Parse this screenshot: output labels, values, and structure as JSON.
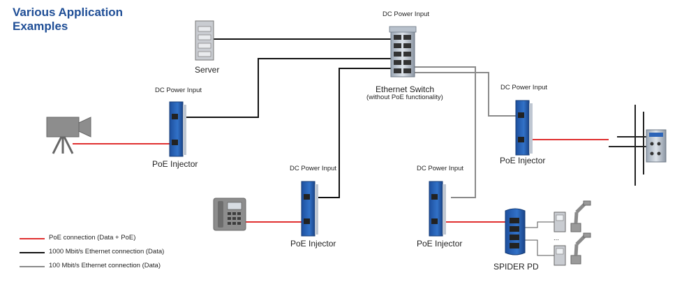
{
  "title_line1": "Various Application",
  "title_line2": "Examples",
  "labels": {
    "dc_switch": "DC Power Input",
    "server": "Server",
    "switch_name": "Ethernet Switch",
    "switch_note": "(without PoE functionality)",
    "dc_inj1": "DC Power Input",
    "inj1": "PoE Injector",
    "dc_inj2": "DC Power Input",
    "inj2": "PoE Injector",
    "dc_inj3": "DC Power Input",
    "inj3": "PoE Injector",
    "dc_inj4": "DC Power Input",
    "inj4": "PoE Injector",
    "spider": "SPIDER PD",
    "dots": "..."
  },
  "legend": [
    {
      "label": "PoE connection (Data + PoE)",
      "color": "#e03030"
    },
    {
      "label": "1000 Mbit/s Ethernet connection (Data)",
      "color": "#111111"
    },
    {
      "label": "100 Mbit/s Ethernet connection (Data)",
      "color": "#8a8a8a"
    }
  ],
  "colors": {
    "poe": "#e03030",
    "gigabit": "#111111",
    "fast": "#8a8a8a",
    "device_blue": "#2c64b8",
    "title": "#1f4e96"
  }
}
